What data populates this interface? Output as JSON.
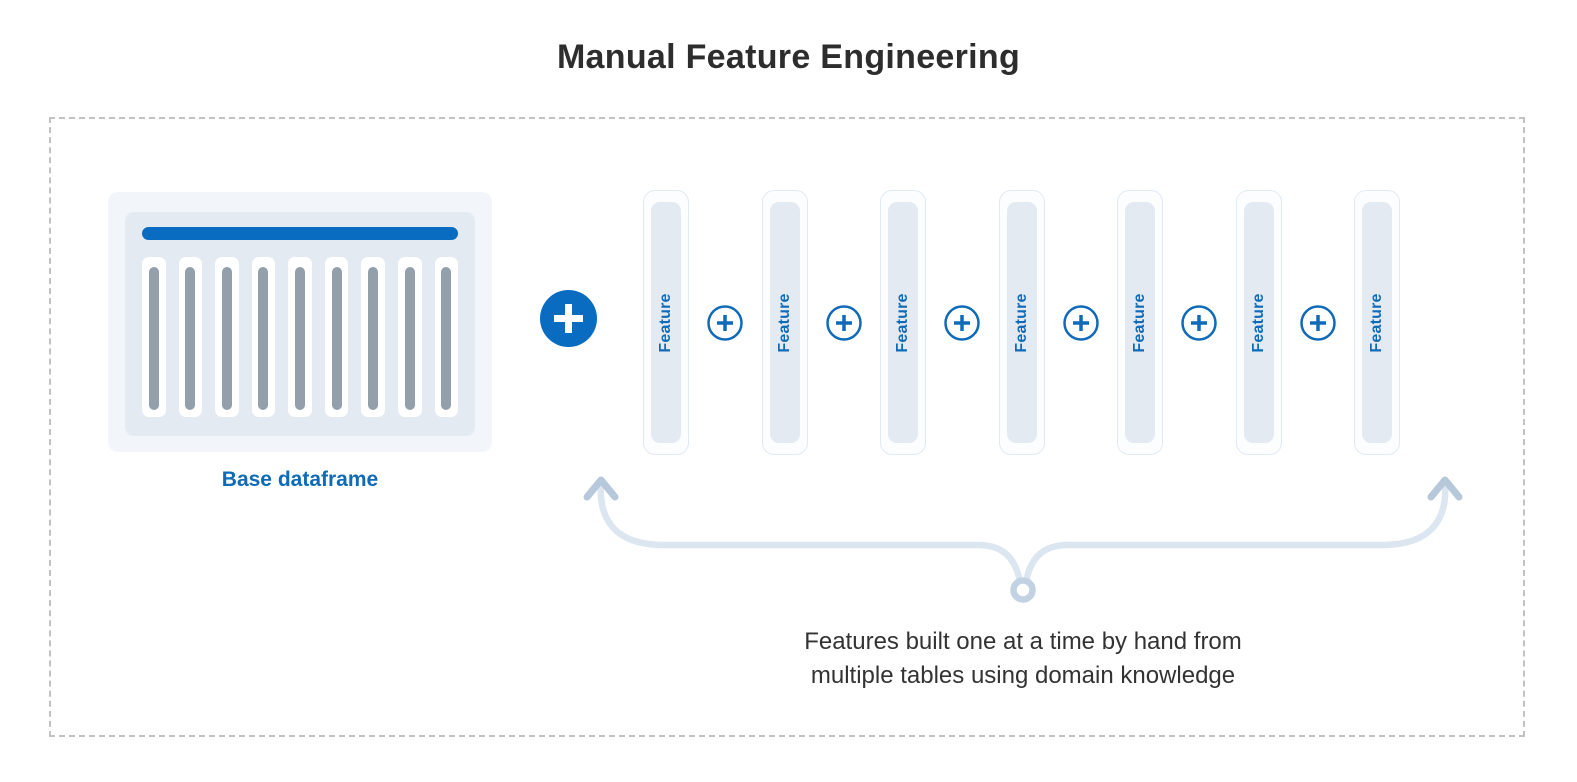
{
  "title": "Manual Feature Engineering",
  "base_dataframe": {
    "label": "Base dataframe",
    "column_count": 9
  },
  "features": [
    "Feature",
    "Feature",
    "Feature",
    "Feature",
    "Feature",
    "Feature",
    "Feature"
  ],
  "icons": {
    "add_filled": "+",
    "add_outline": "+"
  },
  "caption": {
    "line1": "Features built one at a time by hand from",
    "line2": "multiple tables using domain knowledge"
  },
  "colors": {
    "accent_blue": "#0a6cc0",
    "label_blue": "#0f6ab8",
    "card_bg": "#f2f6fa",
    "card_inner_bg": "#e4eaf2",
    "column_pill_gray": "#93a0ac",
    "feature_col_border": "#e0eaf4",
    "brace_line": "#dce6f0",
    "brace_arrow": "#b6c8da",
    "brace_ring": "#c3d2e2",
    "text_dark": "#333333",
    "frame_border": "#c2c2c2"
  }
}
